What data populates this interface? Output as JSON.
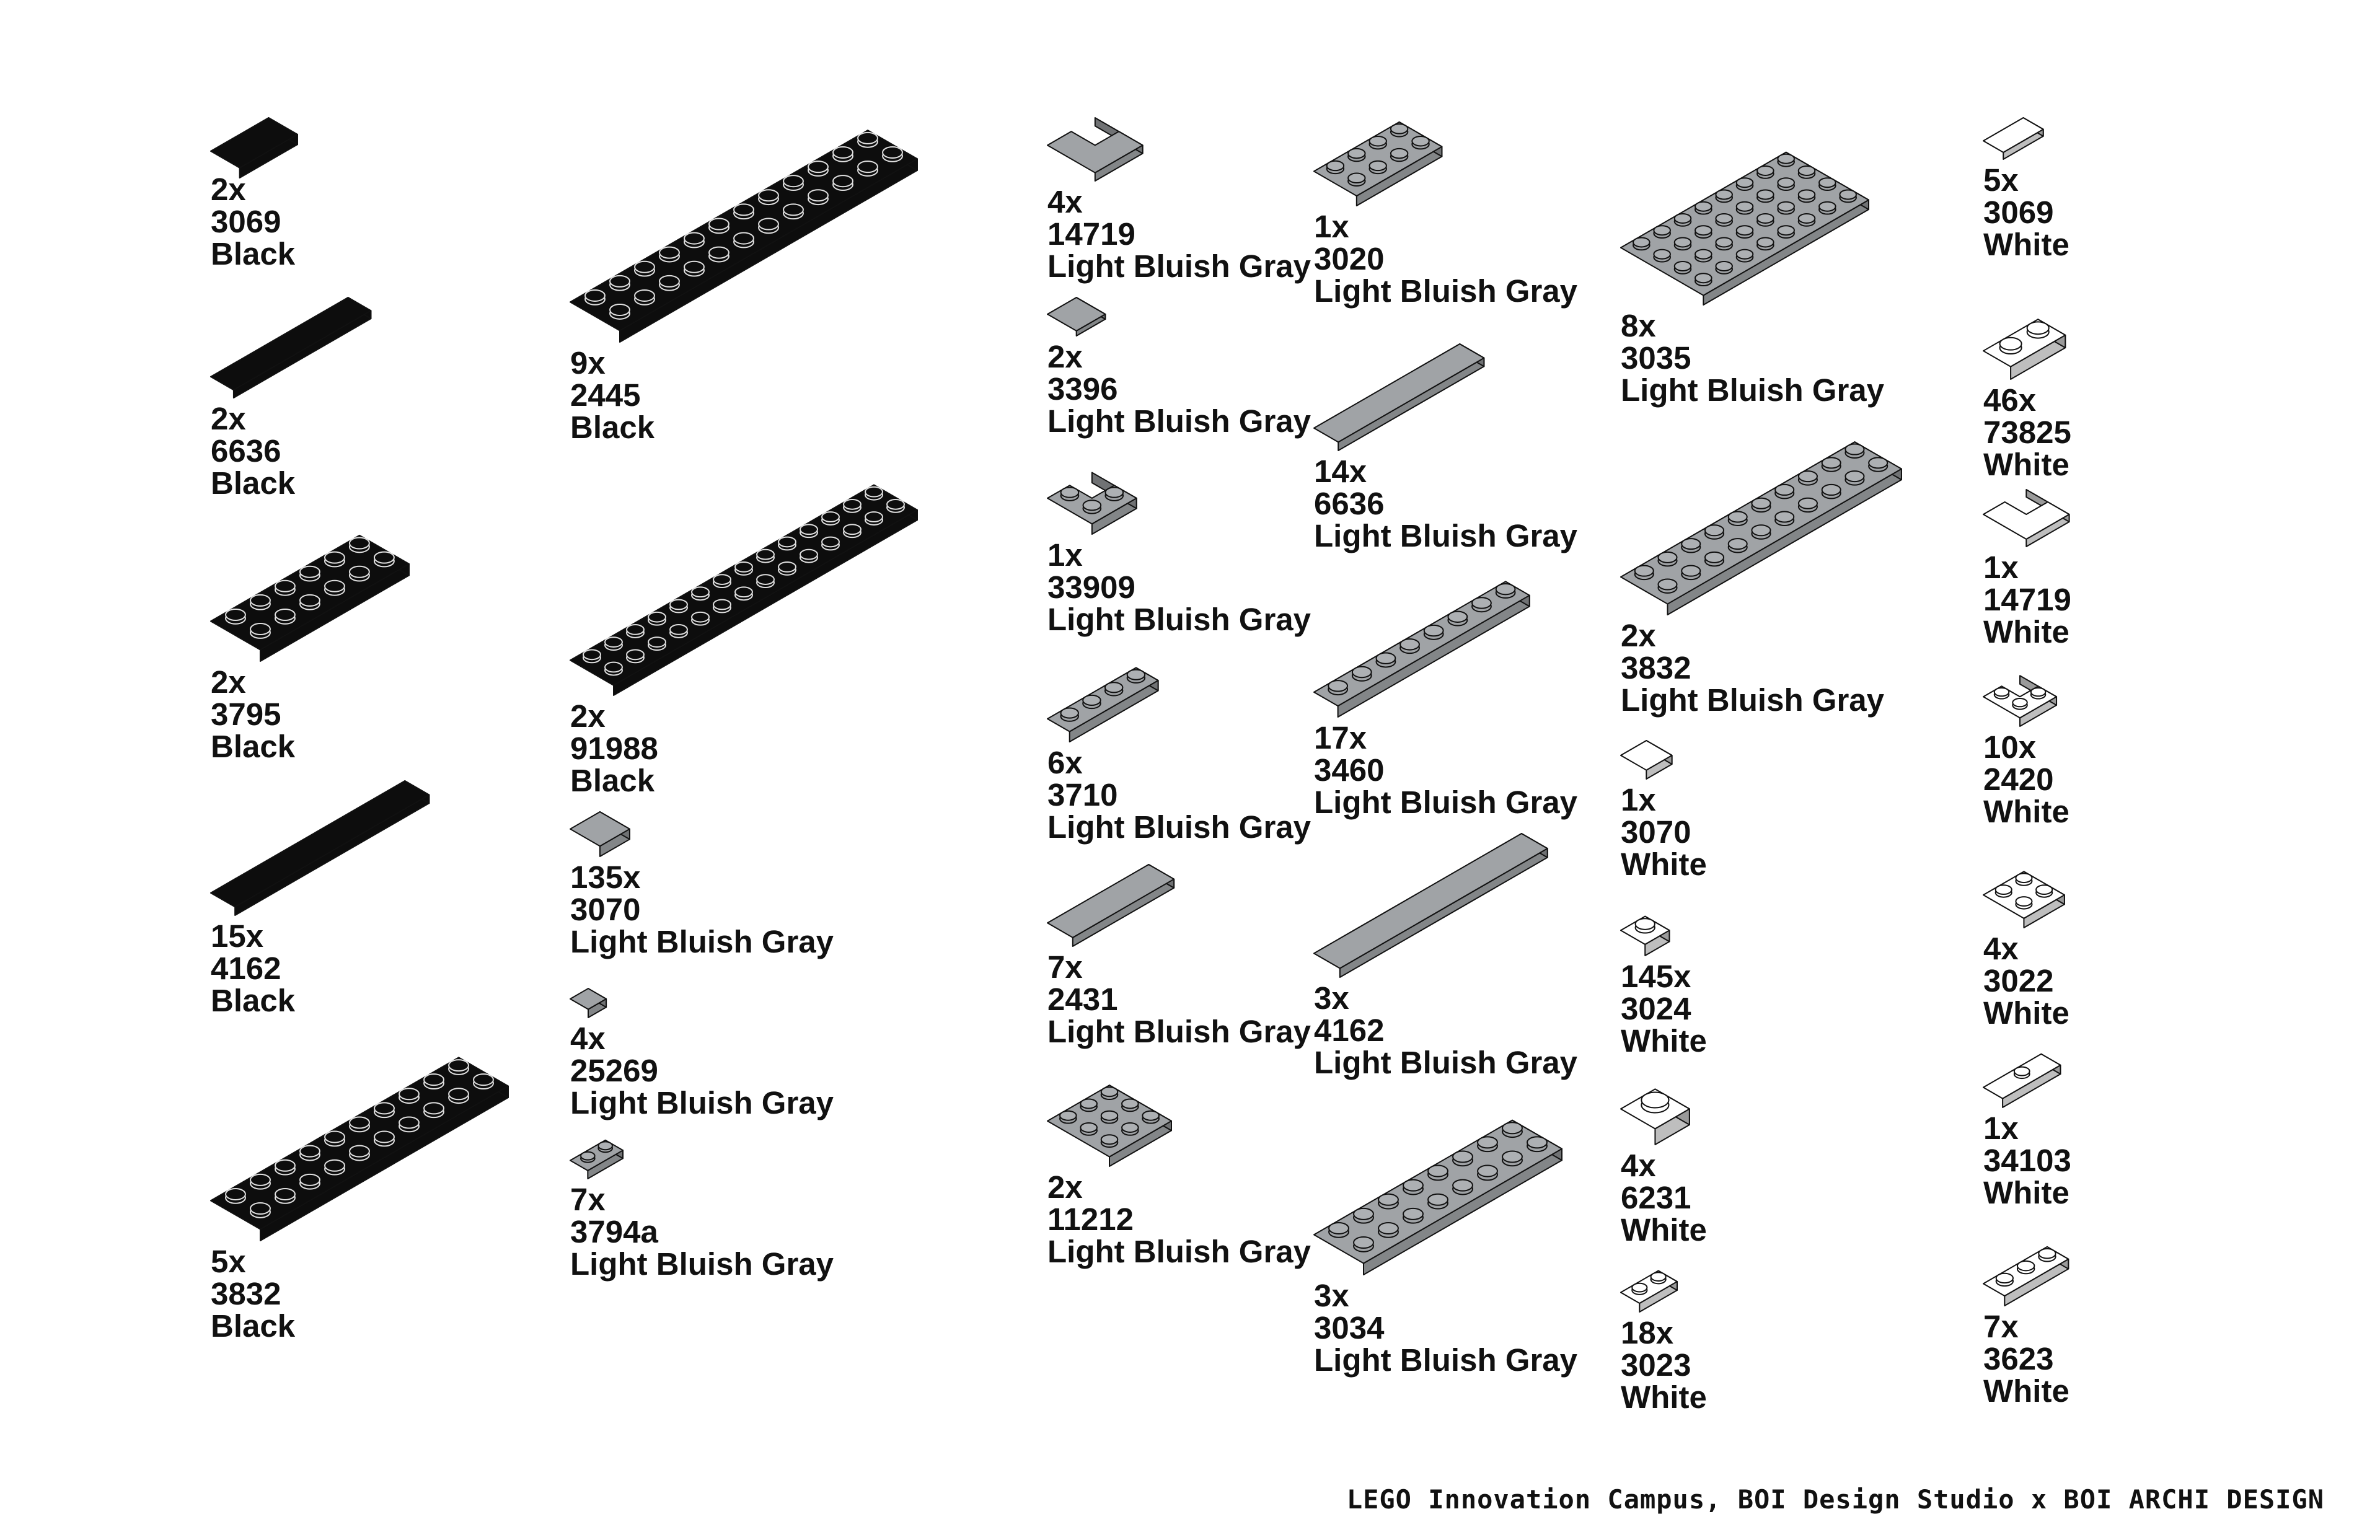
{
  "colors": {
    "Black": "#0d0d0d",
    "Light Bluish Gray": "#a0a3a6",
    "White": "#ffffff",
    "outline": "#111111"
  },
  "pieces": [
    {
      "qty": "2x",
      "part": "3069",
      "color": "Black",
      "shape": "tile",
      "studs": [
        1,
        2
      ]
    },
    {
      "qty": "2x",
      "part": "6636",
      "color": "Black",
      "shape": "tile",
      "studs": [
        1,
        6
      ]
    },
    {
      "qty": "2x",
      "part": "3795",
      "color": "Black",
      "shape": "plate",
      "studs": [
        2,
        6
      ]
    },
    {
      "qty": "15x",
      "part": "4162",
      "color": "Black",
      "shape": "tile",
      "studs": [
        1,
        8
      ]
    },
    {
      "qty": "5x",
      "part": "3832",
      "color": "Black",
      "shape": "plate",
      "studs": [
        2,
        10
      ]
    },
    {
      "qty": "9x",
      "part": "2445",
      "color": "Black",
      "shape": "plate",
      "studs": [
        2,
        12
      ]
    },
    {
      "qty": "2x",
      "part": "91988",
      "color": "Black",
      "shape": "plate",
      "studs": [
        2,
        14
      ]
    },
    {
      "qty": "135x",
      "part": "3070",
      "color": "Light Bluish Gray",
      "shape": "tile",
      "studs": [
        1,
        1
      ]
    },
    {
      "qty": "4x",
      "part": "25269",
      "color": "Light Bluish Gray",
      "shape": "quarter-round",
      "studs": [
        1,
        1
      ]
    },
    {
      "qty": "7x",
      "part": "3794a",
      "color": "Light Bluish Gray",
      "shape": "jumper",
      "studs": [
        1,
        2
      ]
    },
    {
      "qty": "4x",
      "part": "14719",
      "color": "Light Bluish Gray",
      "shape": "corner-tile",
      "studs": [
        2,
        2
      ]
    },
    {
      "qty": "2x",
      "part": "3396",
      "color": "Light Bluish Gray",
      "shape": "curved-tile",
      "studs": [
        2,
        2
      ]
    },
    {
      "qty": "1x",
      "part": "33909",
      "color": "Light Bluish Gray",
      "shape": "corner-plate",
      "studs": [
        2,
        2
      ]
    },
    {
      "qty": "6x",
      "part": "3710",
      "color": "Light Bluish Gray",
      "shape": "plate",
      "studs": [
        1,
        4
      ]
    },
    {
      "qty": "7x",
      "part": "2431",
      "color": "Light Bluish Gray",
      "shape": "tile",
      "studs": [
        1,
        4
      ]
    },
    {
      "qty": "2x",
      "part": "11212",
      "color": "Light Bluish Gray",
      "shape": "plate",
      "studs": [
        3,
        3
      ]
    },
    {
      "qty": "1x",
      "part": "3020",
      "color": "Light Bluish Gray",
      "shape": "plate",
      "studs": [
        2,
        4
      ]
    },
    {
      "qty": "14x",
      "part": "6636",
      "color": "Light Bluish Gray",
      "shape": "tile",
      "studs": [
        1,
        6
      ]
    },
    {
      "qty": "17x",
      "part": "3460",
      "color": "Light Bluish Gray",
      "shape": "plate",
      "studs": [
        1,
        8
      ]
    },
    {
      "qty": "3x",
      "part": "4162",
      "color": "Light Bluish Gray",
      "shape": "tile",
      "studs": [
        1,
        8
      ]
    },
    {
      "qty": "3x",
      "part": "3034",
      "color": "Light Bluish Gray",
      "shape": "plate",
      "studs": [
        2,
        8
      ]
    },
    {
      "qty": "8x",
      "part": "3035",
      "color": "Light Bluish Gray",
      "shape": "plate",
      "studs": [
        4,
        8
      ]
    },
    {
      "qty": "2x",
      "part": "3832",
      "color": "Light Bluish Gray",
      "shape": "plate",
      "studs": [
        2,
        10
      ]
    },
    {
      "qty": "1x",
      "part": "3070",
      "color": "White",
      "shape": "tile",
      "studs": [
        1,
        1
      ]
    },
    {
      "qty": "145x",
      "part": "3024",
      "color": "White",
      "shape": "plate",
      "studs": [
        1,
        1
      ]
    },
    {
      "qty": "4x",
      "part": "6231",
      "color": "White",
      "shape": "panel-corner",
      "studs": [
        1,
        1
      ]
    },
    {
      "qty": "18x",
      "part": "3023",
      "color": "White",
      "shape": "plate",
      "studs": [
        1,
        2
      ]
    },
    {
      "qty": "5x",
      "part": "3069",
      "color": "White",
      "shape": "tile",
      "studs": [
        1,
        2
      ]
    },
    {
      "qty": "46x",
      "part": "73825",
      "color": "White",
      "shape": "bracket",
      "studs": [
        1,
        2
      ]
    },
    {
      "qty": "1x",
      "part": "14719",
      "color": "White",
      "shape": "corner-tile",
      "studs": [
        2,
        2
      ]
    },
    {
      "qty": "10x",
      "part": "2420",
      "color": "White",
      "shape": "corner-plate",
      "studs": [
        2,
        2
      ]
    },
    {
      "qty": "4x",
      "part": "3022",
      "color": "White",
      "shape": "plate",
      "studs": [
        2,
        2
      ]
    },
    {
      "qty": "1x",
      "part": "34103",
      "color": "White",
      "shape": "jumper",
      "studs": [
        1,
        3
      ]
    },
    {
      "qty": "7x",
      "part": "3623",
      "color": "White",
      "shape": "plate",
      "studs": [
        1,
        3
      ]
    }
  ],
  "credit": "LEGO Innovation Campus, BOI Design Studio x BOI ARCHI DESIGN"
}
